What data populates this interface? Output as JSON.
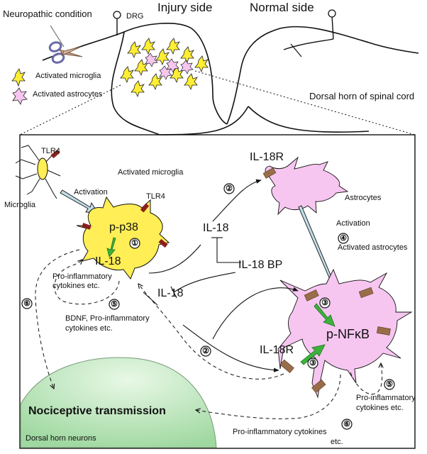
{
  "header": {
    "neuropathic": "Neuropathic condition",
    "drg": "DRG",
    "injury_side": "Injury side",
    "normal_side": "Normal side",
    "legend_microglia": "Activated microglia",
    "legend_astrocytes": "Activated astrocytes",
    "dorsal_horn": "Dorsal horn of spinal cord"
  },
  "panel": {
    "tlr4_rest": "TLR4",
    "microglia": "Microglia",
    "activation_1": "Activation",
    "activated_microglia": "Activated microglia",
    "tlr4_active": "TLR4",
    "p_p38": "p-p38",
    "il18_in_cell": "IL-18",
    "proinflam_1a": "Pro-inflammatory",
    "proinflam_1b": "cytokines  etc.",
    "il18_top": "IL-18",
    "il18bp": "IL-18 BP",
    "il18_low": "IL-18",
    "bdnf_a": "BDNF, Pro-inflammatory",
    "bdnf_b": "cytokines          etc.",
    "il18r_top": "IL-18R",
    "astrocytes": "Astrocytes",
    "activation_2": "Activation",
    "activated_astrocytes": "Activated astrocytes",
    "p_nfkb": "p-NFκB",
    "il18r_low": "IL-18R",
    "proinflam_2a": "Pro-inflammatory",
    "proinflam_2b": "cytokines     etc.",
    "nociceptive": "Nociceptive transmission",
    "dorsal_horn_neurons": "Dorsal horn neurons",
    "proinflam_3a": "Pro-inflammatory cytokines",
    "proinflam_3b": "etc."
  },
  "steps": {
    "s1": "①",
    "s2a": "②",
    "s2b": "②",
    "s3a": "③",
    "s3b": "③",
    "s4": "④",
    "s5a": "⑤",
    "s5b": "⑤",
    "s6a": "⑥",
    "s6b": "⑥"
  },
  "colors": {
    "microglia_fill": "#ffee55",
    "astrocyte_fill": "#f6c6f0",
    "neuron_fill": "#c8ecc8",
    "receptor": "#9a6d4a",
    "tlr4": "#8b1f1f",
    "green_arrow": "#3bb33b",
    "blue_arrow": "#bfdde6"
  }
}
